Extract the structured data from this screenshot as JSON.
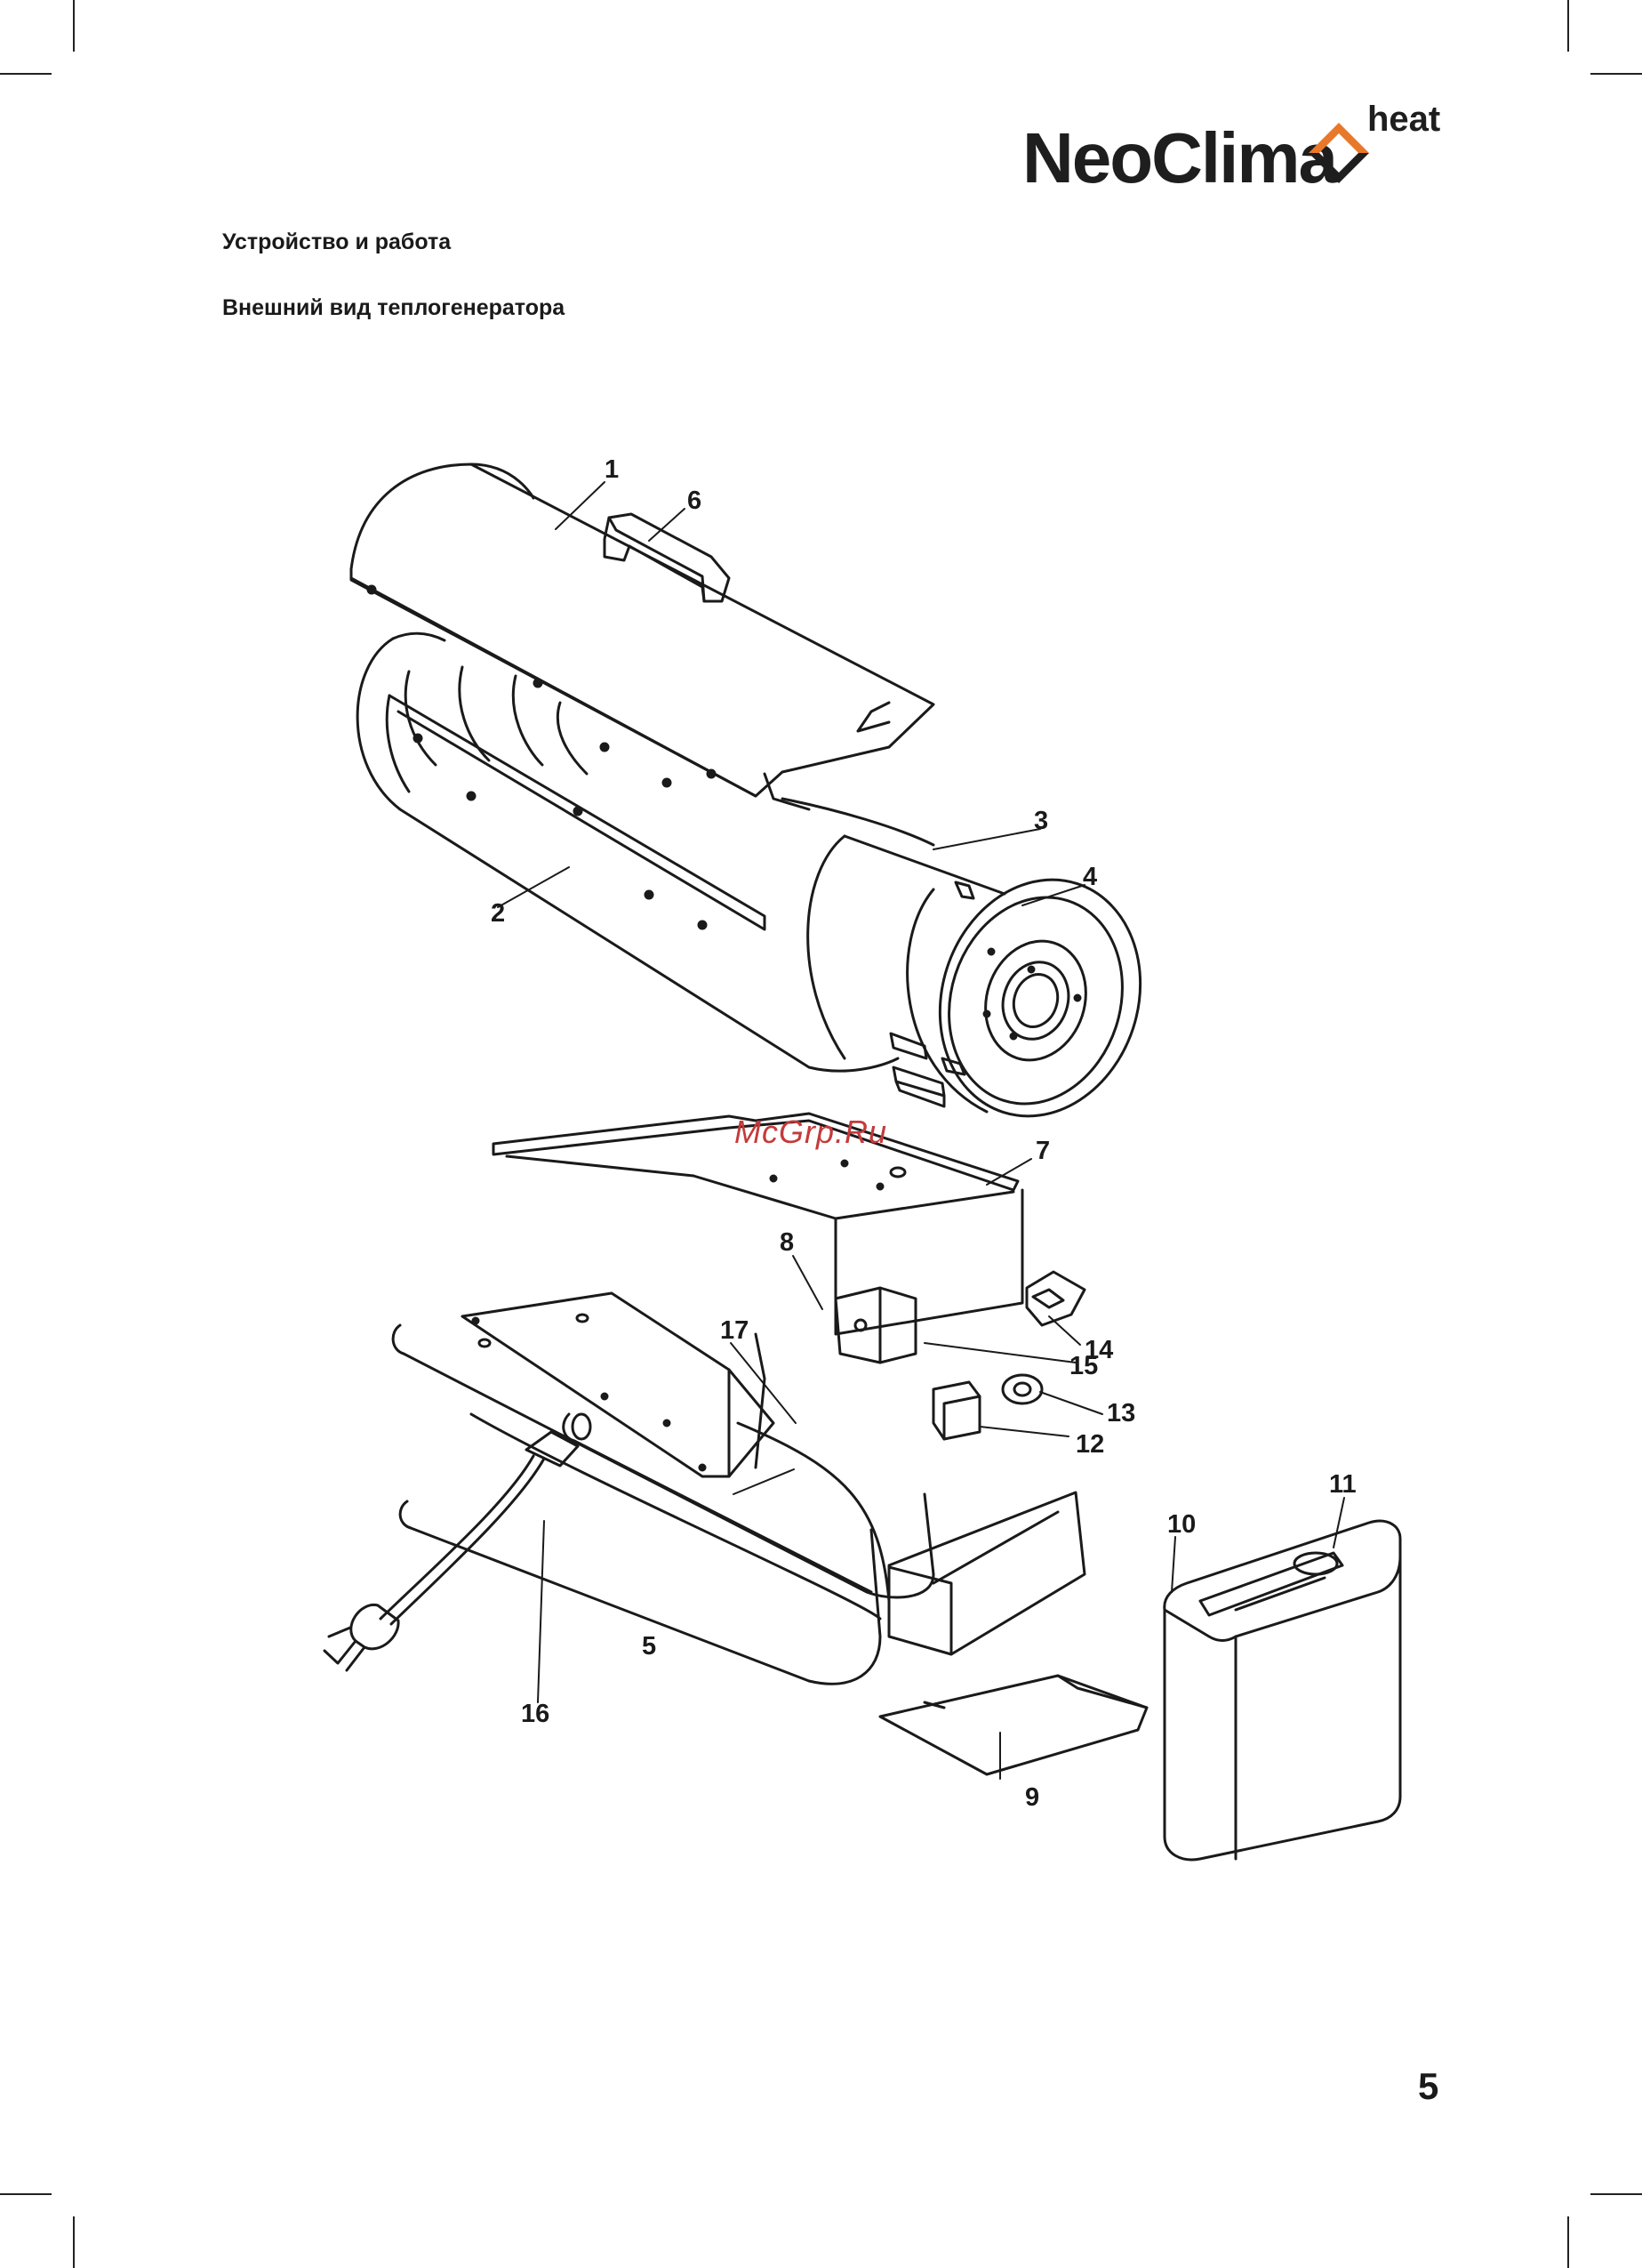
{
  "brand": {
    "name": "NeoClima",
    "sub": "heat",
    "accent": "#e8782a"
  },
  "section_title": "Устройство и работа",
  "subsection_title": "Внешний вид теплогенератора",
  "watermark": "McGrp.Ru",
  "page_number": "5",
  "figure": {
    "callouts": [
      "1",
      "2",
      "3",
      "4",
      "5",
      "6",
      "7",
      "8",
      "9",
      "10",
      "11",
      "12",
      "13",
      "14",
      "15",
      "16",
      "17"
    ]
  }
}
